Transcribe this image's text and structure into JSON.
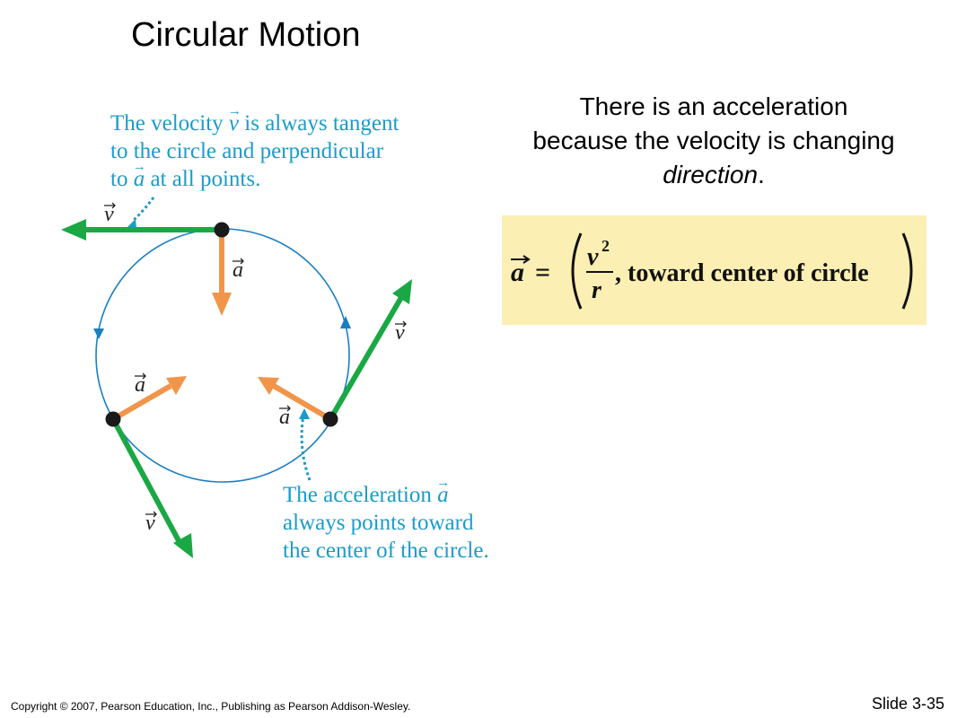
{
  "slide": {
    "title": "Circular Motion",
    "explanation_main": "There is an acceleration because the velocity is changing",
    "explanation_em": "direction",
    "explanation_end": ".",
    "formula": {
      "lhs": "a",
      "equals": "=",
      "numerator": "v",
      "exponent": "2",
      "denominator": "r",
      "text": ", toward center of circle"
    },
    "caption_top": {
      "line1_pre": "The velocity ",
      "line1_sym": "v",
      "line1_post": " is always tangent",
      "line2": "to the circle and perpendicular",
      "line3_pre": "to ",
      "line3_sym": "a",
      "line3_post": " at all points."
    },
    "caption_bottom": {
      "line1_pre": "The acceleration ",
      "line1_sym": "a",
      "line2": "always points toward",
      "line3": "the center of the circle."
    },
    "vector_labels": {
      "velocity": "v",
      "acceleration": "a"
    },
    "footer": "Copyright © 2007, Pearson Education, Inc., Publishing as Pearson Addison-Wesley.",
    "slide_number": "Slide 3-35"
  },
  "colors": {
    "velocity": "#1aa844",
    "acceleration": "#f0954a",
    "circle": "#1a7fc1",
    "caption": "#1a9cc9",
    "formula_bg": "#fcefb3"
  }
}
